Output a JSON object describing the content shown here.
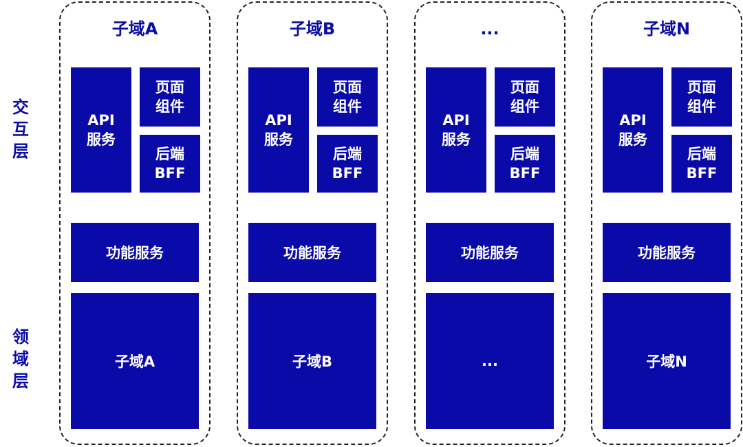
{
  "layers": {
    "interaction": [
      "交",
      "互",
      "层"
    ],
    "domain": [
      "领",
      "域",
      "层"
    ]
  },
  "columns": [
    {
      "title": "子域A",
      "api": [
        "API",
        "服务"
      ],
      "page": [
        "页面",
        "组件"
      ],
      "bff": [
        "后端",
        "BFF"
      ],
      "func": "功能服务",
      "domain": "子域A"
    },
    {
      "title": "子域B",
      "api": [
        "API",
        "服务"
      ],
      "page": [
        "页面",
        "组件"
      ],
      "bff": [
        "后端",
        "BFF"
      ],
      "func": "功能服务",
      "domain": "子域B"
    },
    {
      "title": "...",
      "api": [
        "API",
        "服务"
      ],
      "page": [
        "页面",
        "组件"
      ],
      "bff": [
        "后端",
        "BFF"
      ],
      "func": "功能服务",
      "domain": "..."
    },
    {
      "title": "子域N",
      "api": [
        "API",
        "服务"
      ],
      "page": [
        "页面",
        "组件"
      ],
      "bff": [
        "后端",
        "BFF"
      ],
      "func": "功能服务",
      "domain": "子域N"
    }
  ],
  "colors": {
    "box": "#0a0aa8",
    "label": "#0a0aa8",
    "border": "#222222"
  }
}
